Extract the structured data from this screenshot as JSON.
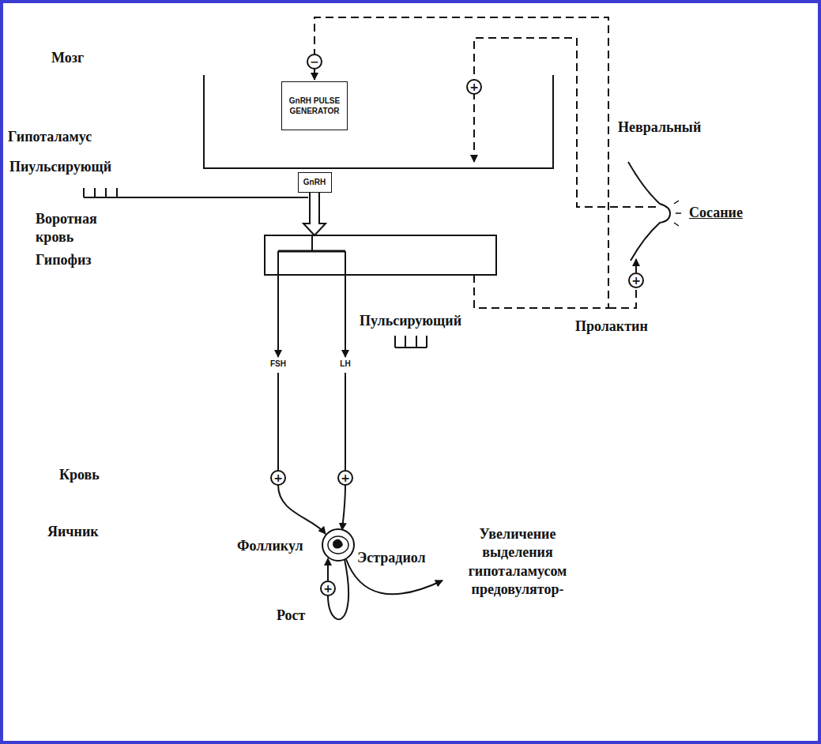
{
  "diagram": {
    "nodes": [
      {
        "text": [
          "GnRH PULSE GENERATOR"
        ]
      },
      {
        "text": [
          "GnRH"
        ]
      }
    ],
    "labels": [
      "Мозг",
      "−",
      "+",
      "Невральный",
      "Гипоталамус",
      "Пиульсирующй",
      "Воротная кровь",
      "Сосание",
      "Гипофиз",
      "Пульсирующий",
      "+",
      "Пролактин",
      "FSH",
      "LH",
      "Кровь",
      "+",
      "+",
      "Яичник",
      "Фолликул",
      "Эстрадиол",
      "Увеличение выделения гипоталамусом предовулятор-",
      "+",
      "Рост"
    ]
  }
}
